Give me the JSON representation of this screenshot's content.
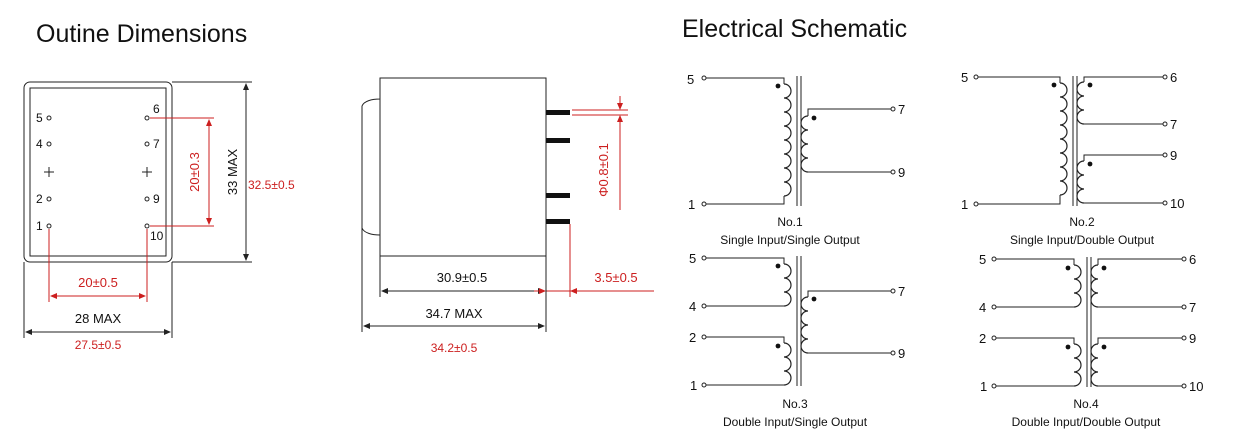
{
  "titles": {
    "outline": "Outine Dimensions",
    "schematic": "Electrical Schematic"
  },
  "front_view": {
    "pins_left": [
      "5",
      "4",
      "2",
      "1"
    ],
    "pins_right": [
      "6",
      "7",
      "9",
      "10"
    ],
    "dim_pin_vertical": "20±0.3",
    "dim_height_max": "33 MAX",
    "dim_height": "32.5±0.5",
    "dim_pin_horizontal": "20±0.5",
    "dim_width_max": "28 MAX",
    "dim_width": "27.5±0.5"
  },
  "side_view": {
    "dim_pin_diameter": "Φ0.8±0.1",
    "dim_body": "30.9±0.5",
    "dim_pin_length": "3.5±0.5",
    "dim_length_max": "34.7 MAX",
    "dim_length": "34.2±0.5"
  },
  "schematics": [
    {
      "number": "No.1",
      "caption": "Single Input/Single Output",
      "pins": [
        "5",
        "1",
        "7",
        "9"
      ]
    },
    {
      "number": "No.2",
      "caption": "Single Input/Double Output",
      "pins": [
        "5",
        "1",
        "6",
        "7",
        "9",
        "10"
      ]
    },
    {
      "number": "No.3",
      "caption": "Double Input/Single Output",
      "pins": [
        "5",
        "4",
        "2",
        "1",
        "7",
        "9"
      ]
    },
    {
      "number": "No.4",
      "caption": "Double Input/Double Output",
      "pins": [
        "5",
        "4",
        "2",
        "1",
        "6",
        "7",
        "9",
        "10"
      ]
    }
  ]
}
